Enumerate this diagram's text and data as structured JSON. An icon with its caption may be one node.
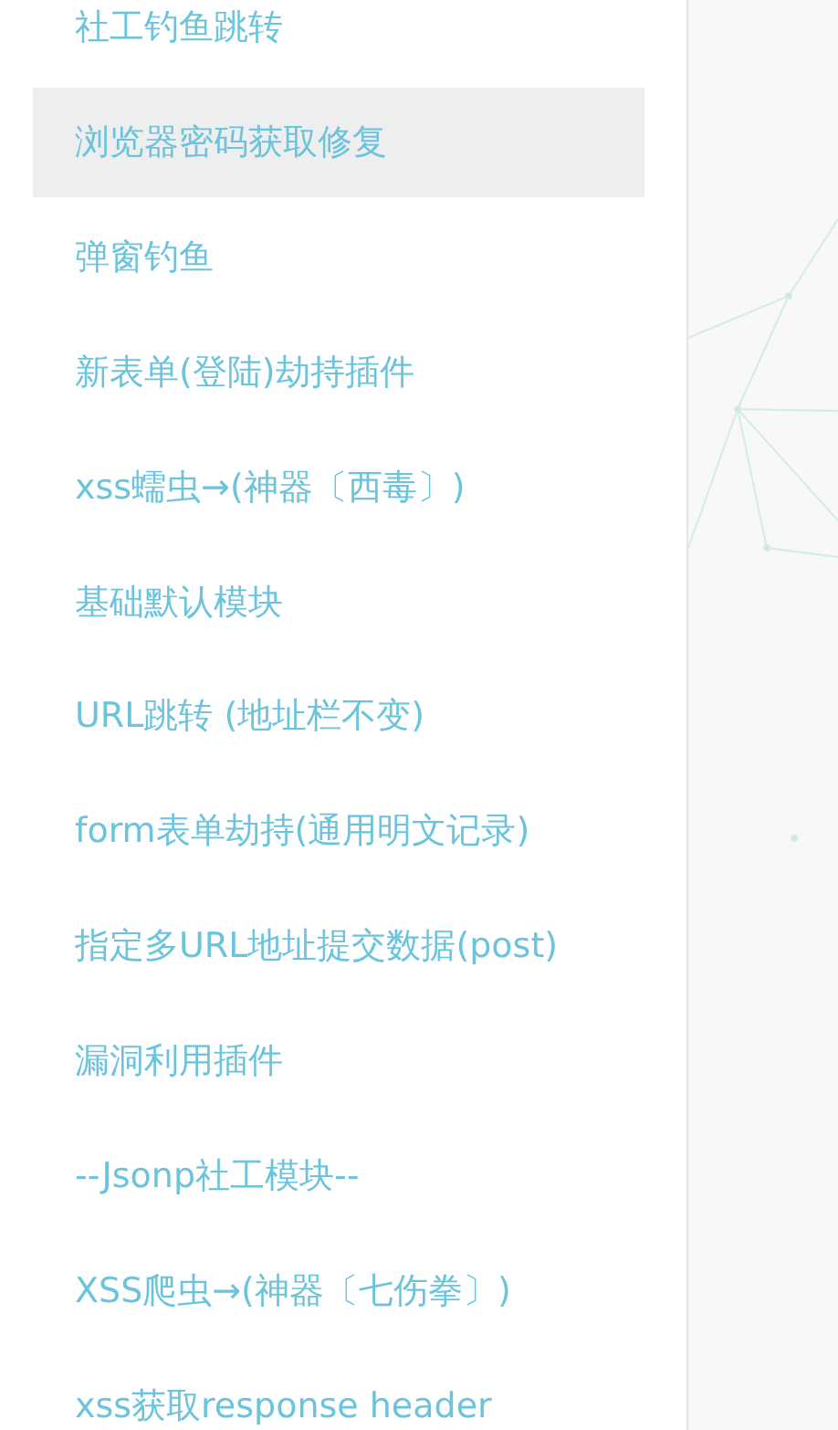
{
  "diagram": {
    "labels": [
      "社工钓鱼跳转",
      "浏览器密码获取修复",
      "弹窗钓鱼",
      "新表单(登陆)劫持插件",
      "xss蠕虫→(神器〔西毒〕)",
      "基础默认模块",
      "URL跳转 (地址栏不变)",
      "form表单劫持(通用明文记录)",
      "指定多URL地址提交数据(post)",
      "漏洞利用插件",
      "--Jsonp社工模块--",
      "XSS爬虫→(神器〔七伤拳〕)",
      "xss获取response header"
    ]
  }
}
